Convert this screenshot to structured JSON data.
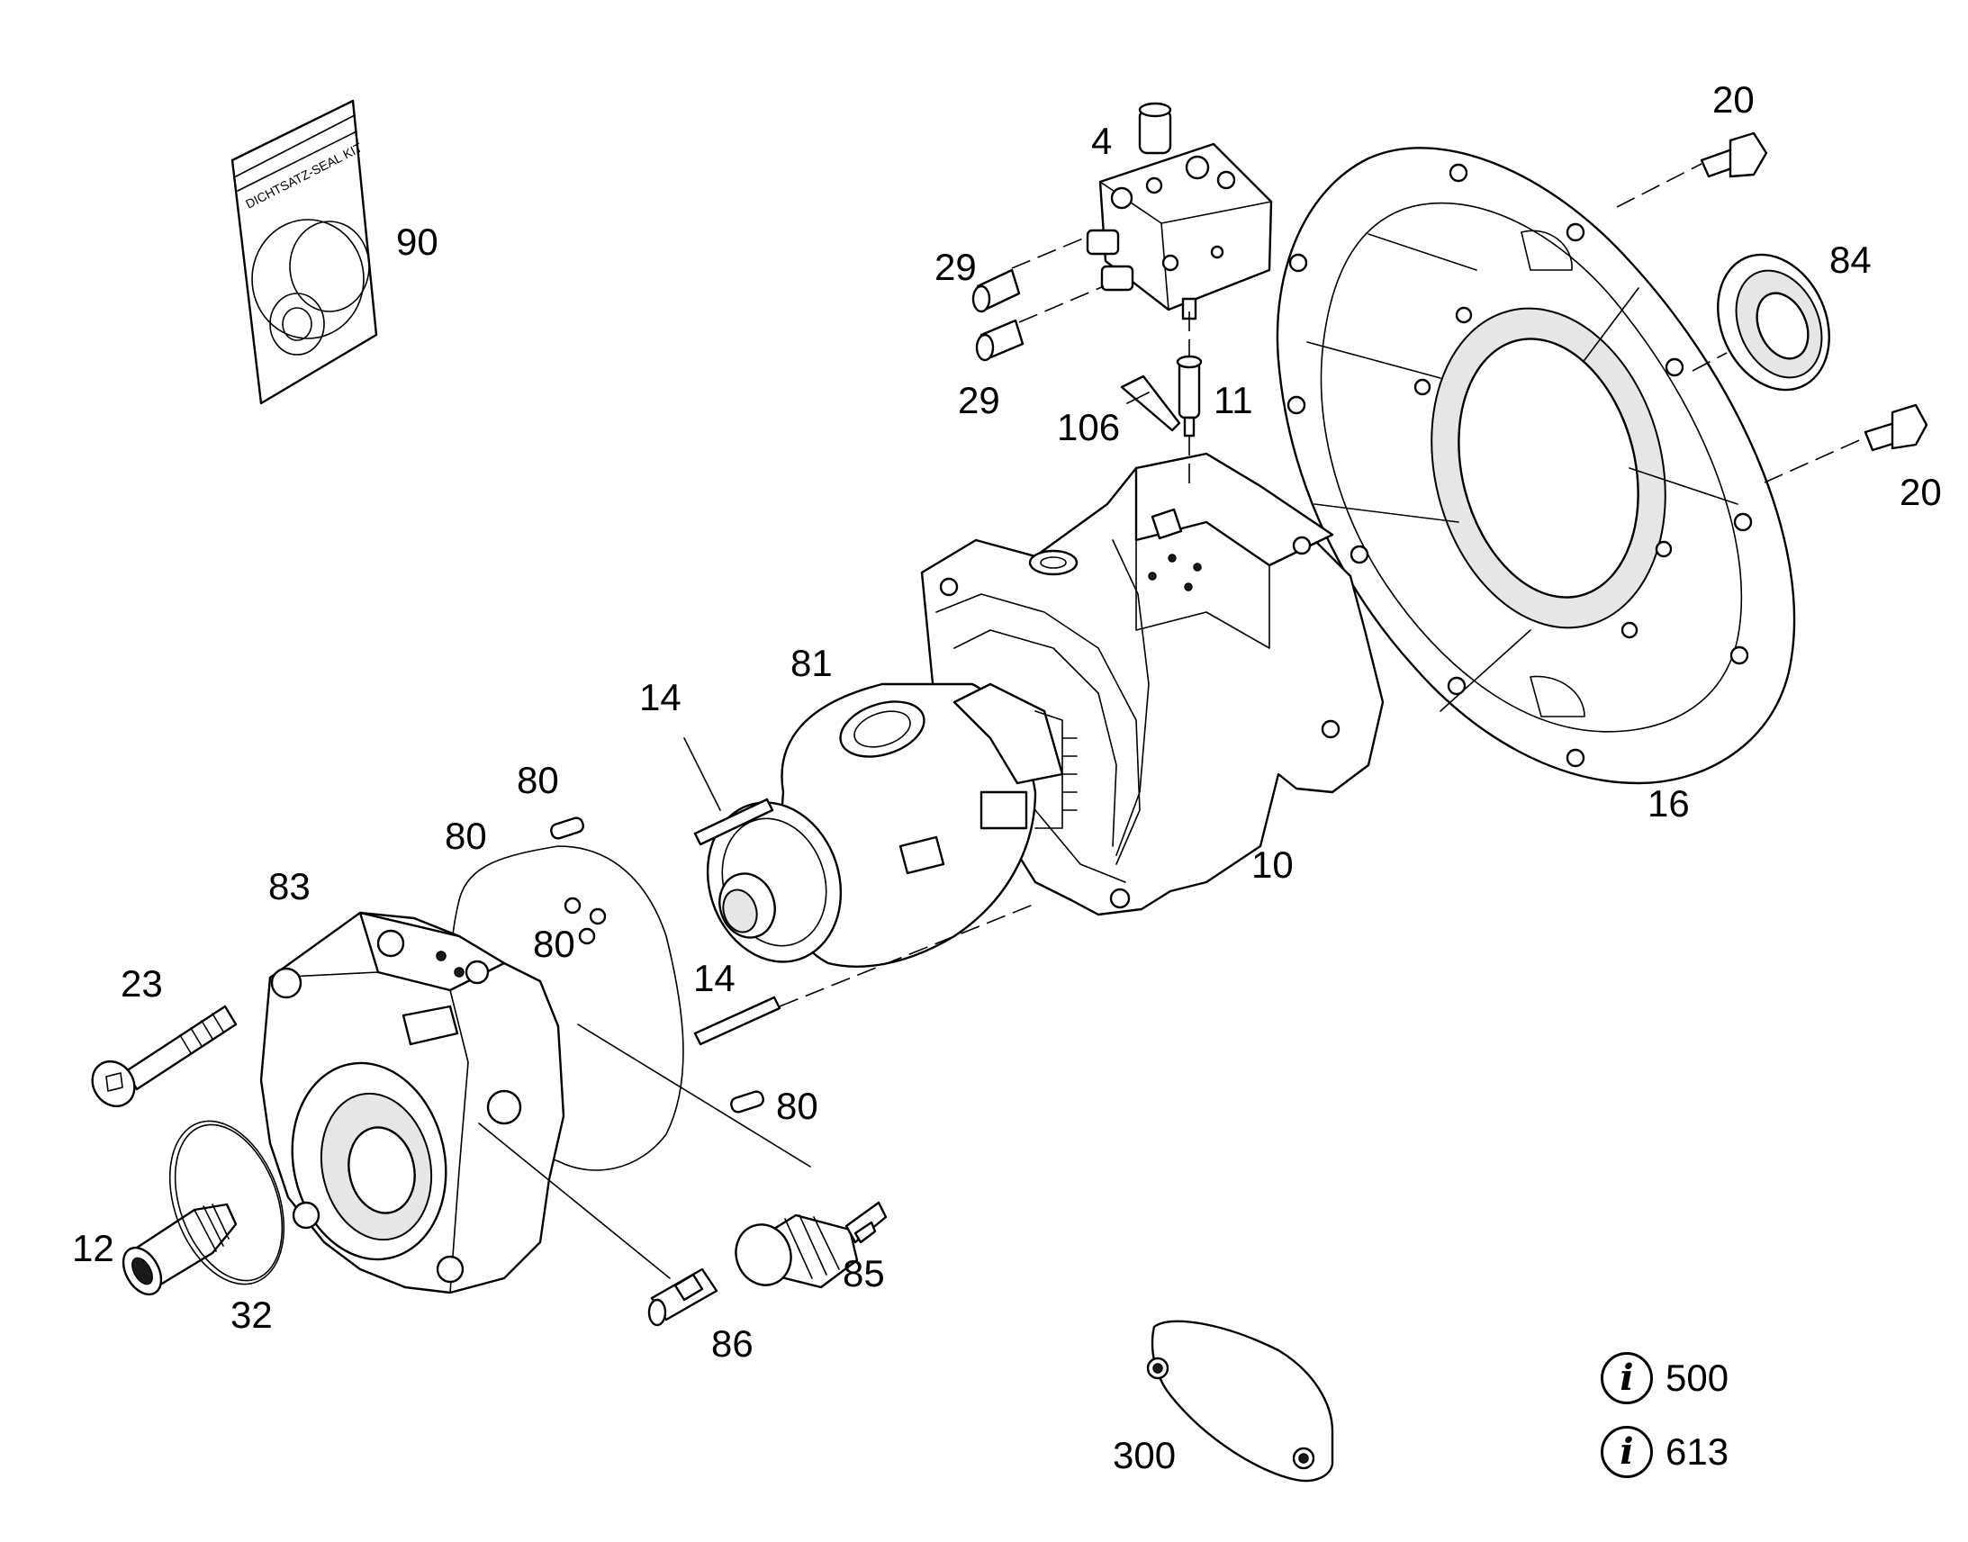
{
  "seal_kit": {
    "print_text": "DICHTSATZ-SEAL KIT"
  },
  "callouts": {
    "c_20_top": "20",
    "c_4": "4",
    "c_90": "90",
    "c_29_top": "29",
    "c_29_bottom": "29",
    "c_84": "84",
    "c_11": "11",
    "c_106": "106",
    "c_20_right": "20",
    "c_81": "81",
    "c_14_top": "14",
    "c_16": "16",
    "c_80_a": "80",
    "c_80_b": "80",
    "c_10": "10",
    "c_83": "83",
    "c_80_c": "80",
    "c_23": "23",
    "c_14_bottom": "14",
    "c_80_d": "80",
    "c_12": "12",
    "c_85": "85",
    "c_32": "32",
    "c_86": "86",
    "c_300": "300"
  },
  "info_refs": [
    {
      "icon": "info-icon",
      "label": "500"
    },
    {
      "icon": "info-icon",
      "label": "613"
    }
  ]
}
